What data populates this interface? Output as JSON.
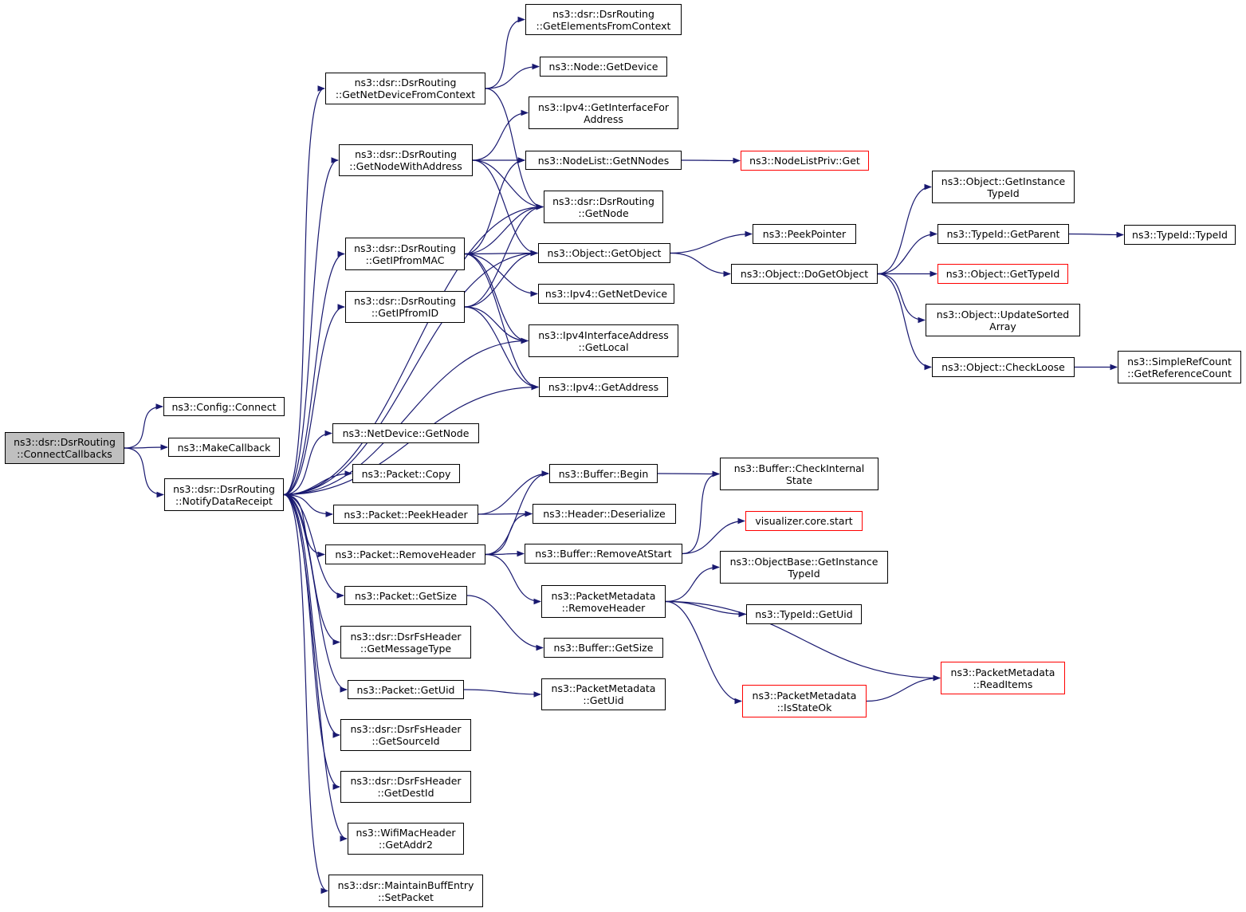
{
  "colors": {
    "edge": "#191970",
    "node_border": "#000000",
    "node_border_truncated": "#ff0000",
    "root_fill": "#bfbfbf"
  },
  "nodes": [
    {
      "id": "root",
      "lines": [
        "ns3::dsr::DsrRouting",
        "::ConnectCallbacks"
      ],
      "root": true
    },
    {
      "id": "config_connect",
      "lines": [
        "ns3::Config::Connect"
      ]
    },
    {
      "id": "make_callback",
      "lines": [
        "ns3::MakeCallback"
      ]
    },
    {
      "id": "notify",
      "lines": [
        "ns3::dsr::DsrRouting",
        "::NotifyDataReceipt"
      ]
    },
    {
      "id": "get_netdev_ctx",
      "lines": [
        "ns3::dsr::DsrRouting",
        "::GetNetDeviceFromContext"
      ]
    },
    {
      "id": "get_node_addr",
      "lines": [
        "ns3::dsr::DsrRouting",
        "::GetNodeWithAddress"
      ]
    },
    {
      "id": "get_ip_mac",
      "lines": [
        "ns3::dsr::DsrRouting",
        "::GetIPfromMAC"
      ]
    },
    {
      "id": "get_ip_id",
      "lines": [
        "ns3::dsr::DsrRouting",
        "::GetIPfromID"
      ]
    },
    {
      "id": "netdev_getnode",
      "lines": [
        "ns3::NetDevice::GetNode"
      ]
    },
    {
      "id": "packet_copy",
      "lines": [
        "ns3::Packet::Copy"
      ]
    },
    {
      "id": "packet_peek",
      "lines": [
        "ns3::Packet::PeekHeader"
      ]
    },
    {
      "id": "packet_remove",
      "lines": [
        "ns3::Packet::RemoveHeader"
      ]
    },
    {
      "id": "packet_size",
      "lines": [
        "ns3::Packet::GetSize"
      ]
    },
    {
      "id": "fs_msgtype",
      "lines": [
        "ns3::dsr::DsrFsHeader",
        "::GetMessageType"
      ]
    },
    {
      "id": "packet_uid",
      "lines": [
        "ns3::Packet::GetUid"
      ]
    },
    {
      "id": "fs_source",
      "lines": [
        "ns3::dsr::DsrFsHeader",
        "::GetSourceId"
      ]
    },
    {
      "id": "fs_dest",
      "lines": [
        "ns3::dsr::DsrFsHeader",
        "::GetDestId"
      ]
    },
    {
      "id": "wifi_addr2",
      "lines": [
        "ns3::WifiMacHeader",
        "::GetAddr2"
      ]
    },
    {
      "id": "maint_setpacket",
      "lines": [
        "ns3::dsr::MaintainBuffEntry",
        "::SetPacket"
      ]
    },
    {
      "id": "get_elements",
      "lines": [
        "ns3::dsr::DsrRouting",
        "::GetElementsFromContext"
      ]
    },
    {
      "id": "node_getdevice",
      "lines": [
        "ns3::Node::GetDevice"
      ]
    },
    {
      "id": "ipv4_ifaddr",
      "lines": [
        "ns3::Ipv4::GetInterfaceFor",
        "Address"
      ]
    },
    {
      "id": "nodelist_n",
      "lines": [
        "ns3::NodeList::GetNNodes"
      ]
    },
    {
      "id": "dsr_getnode",
      "lines": [
        "ns3::dsr::DsrRouting",
        "::GetNode"
      ]
    },
    {
      "id": "object_get",
      "lines": [
        "ns3::Object::GetObject"
      ]
    },
    {
      "id": "ipv4_netdev",
      "lines": [
        "ns3::Ipv4::GetNetDevice"
      ]
    },
    {
      "id": "ipv4if_local",
      "lines": [
        "ns3::Ipv4InterfaceAddress",
        "::GetLocal"
      ]
    },
    {
      "id": "ipv4_addr",
      "lines": [
        "ns3::Ipv4::GetAddress"
      ]
    },
    {
      "id": "buffer_begin",
      "lines": [
        "ns3::Buffer::Begin"
      ]
    },
    {
      "id": "header_deser",
      "lines": [
        "ns3::Header::Deserialize"
      ]
    },
    {
      "id": "buffer_remove",
      "lines": [
        "ns3::Buffer::RemoveAtStart"
      ]
    },
    {
      "id": "pm_remove",
      "lines": [
        "ns3::PacketMetadata",
        "::RemoveHeader"
      ]
    },
    {
      "id": "buffer_size",
      "lines": [
        "ns3::Buffer::GetSize"
      ]
    },
    {
      "id": "pm_uid",
      "lines": [
        "ns3::PacketMetadata",
        "::GetUid"
      ]
    },
    {
      "id": "nodelistpriv_get",
      "lines": [
        "ns3::NodeListPriv::Get"
      ],
      "truncated": true
    },
    {
      "id": "peek_pointer",
      "lines": [
        "ns3::PeekPointer"
      ]
    },
    {
      "id": "object_doget",
      "lines": [
        "ns3::Object::DoGetObject"
      ]
    },
    {
      "id": "buffer_check",
      "lines": [
        "ns3::Buffer::CheckInternal",
        "State"
      ]
    },
    {
      "id": "vis_start",
      "lines": [
        "visualizer.core.start"
      ],
      "truncated": true
    },
    {
      "id": "objbase_typeid",
      "lines": [
        "ns3::ObjectBase::GetInstance",
        "TypeId"
      ]
    },
    {
      "id": "typeid_uid",
      "lines": [
        "ns3::TypeId::GetUid"
      ]
    },
    {
      "id": "pm_isstate",
      "lines": [
        "ns3::PacketMetadata",
        "::IsStateOk"
      ],
      "truncated": true
    },
    {
      "id": "obj_inst_typeid",
      "lines": [
        "ns3::Object::GetInstance",
        "TypeId"
      ]
    },
    {
      "id": "typeid_parent",
      "lines": [
        "ns3::TypeId::GetParent"
      ]
    },
    {
      "id": "obj_gettypeid",
      "lines": [
        "ns3::Object::GetTypeId"
      ],
      "truncated": true
    },
    {
      "id": "obj_update",
      "lines": [
        "ns3::Object::UpdateSorted",
        "Array"
      ]
    },
    {
      "id": "obj_checkloose",
      "lines": [
        "ns3::Object::CheckLoose"
      ]
    },
    {
      "id": "pm_readitems",
      "lines": [
        "ns3::PacketMetadata",
        "::ReadItems"
      ],
      "truncated": true
    },
    {
      "id": "typeid_typeid",
      "lines": [
        "ns3::TypeId::TypeId"
      ]
    },
    {
      "id": "refcount",
      "lines": [
        "ns3::SimpleRefCount",
        "::GetReferenceCount"
      ]
    }
  ],
  "edges": [
    [
      "root",
      "config_connect"
    ],
    [
      "root",
      "make_callback"
    ],
    [
      "root",
      "notify"
    ],
    [
      "notify",
      "get_netdev_ctx"
    ],
    [
      "notify",
      "get_node_addr"
    ],
    [
      "notify",
      "get_ip_mac"
    ],
    [
      "notify",
      "get_ip_id"
    ],
    [
      "notify",
      "dsr_getnode"
    ],
    [
      "notify",
      "object_get"
    ],
    [
      "notify",
      "ipv4if_local"
    ],
    [
      "notify",
      "ipv4_addr"
    ],
    [
      "notify",
      "netdev_getnode"
    ],
    [
      "notify",
      "packet_copy"
    ],
    [
      "notify",
      "packet_peek"
    ],
    [
      "notify",
      "packet_remove"
    ],
    [
      "notify",
      "packet_size"
    ],
    [
      "notify",
      "fs_msgtype"
    ],
    [
      "notify",
      "packet_uid"
    ],
    [
      "notify",
      "fs_source"
    ],
    [
      "notify",
      "fs_dest"
    ],
    [
      "notify",
      "wifi_addr2"
    ],
    [
      "notify",
      "maint_setpacket"
    ],
    [
      "get_netdev_ctx",
      "get_elements"
    ],
    [
      "get_netdev_ctx",
      "node_getdevice"
    ],
    [
      "get_netdev_ctx",
      "dsr_getnode"
    ],
    [
      "get_node_addr",
      "ipv4_ifaddr"
    ],
    [
      "get_node_addr",
      "nodelist_n"
    ],
    [
      "get_node_addr",
      "dsr_getnode"
    ],
    [
      "get_node_addr",
      "object_get"
    ],
    [
      "get_ip_mac",
      "nodelist_n"
    ],
    [
      "get_ip_mac",
      "dsr_getnode"
    ],
    [
      "get_ip_mac",
      "object_get"
    ],
    [
      "get_ip_mac",
      "ipv4_netdev"
    ],
    [
      "get_ip_mac",
      "ipv4if_local"
    ],
    [
      "get_ip_mac",
      "ipv4_addr"
    ],
    [
      "get_ip_id",
      "dsr_getnode"
    ],
    [
      "get_ip_id",
      "object_get"
    ],
    [
      "get_ip_id",
      "ipv4if_local"
    ],
    [
      "get_ip_id",
      "ipv4_addr"
    ],
    [
      "nodelist_n",
      "nodelistpriv_get"
    ],
    [
      "object_get",
      "peek_pointer"
    ],
    [
      "object_get",
      "object_doget"
    ],
    [
      "object_doget",
      "obj_inst_typeid"
    ],
    [
      "object_doget",
      "typeid_parent"
    ],
    [
      "object_doget",
      "obj_gettypeid"
    ],
    [
      "object_doget",
      "obj_update"
    ],
    [
      "object_doget",
      "obj_checkloose"
    ],
    [
      "typeid_parent",
      "typeid_typeid"
    ],
    [
      "obj_checkloose",
      "refcount"
    ],
    [
      "packet_peek",
      "buffer_begin"
    ],
    [
      "packet_peek",
      "header_deser"
    ],
    [
      "packet_remove",
      "buffer_begin"
    ],
    [
      "packet_remove",
      "header_deser"
    ],
    [
      "packet_remove",
      "buffer_remove"
    ],
    [
      "packet_remove",
      "pm_remove"
    ],
    [
      "buffer_begin",
      "buffer_check"
    ],
    [
      "buffer_remove",
      "buffer_check"
    ],
    [
      "buffer_remove",
      "vis_start"
    ],
    [
      "pm_remove",
      "objbase_typeid"
    ],
    [
      "pm_remove",
      "typeid_uid"
    ],
    [
      "pm_remove",
      "pm_isstate"
    ],
    [
      "pm_remove",
      "pm_readitems"
    ],
    [
      "pm_isstate",
      "pm_readitems"
    ],
    [
      "packet_size",
      "buffer_size"
    ],
    [
      "packet_uid",
      "pm_uid"
    ]
  ]
}
